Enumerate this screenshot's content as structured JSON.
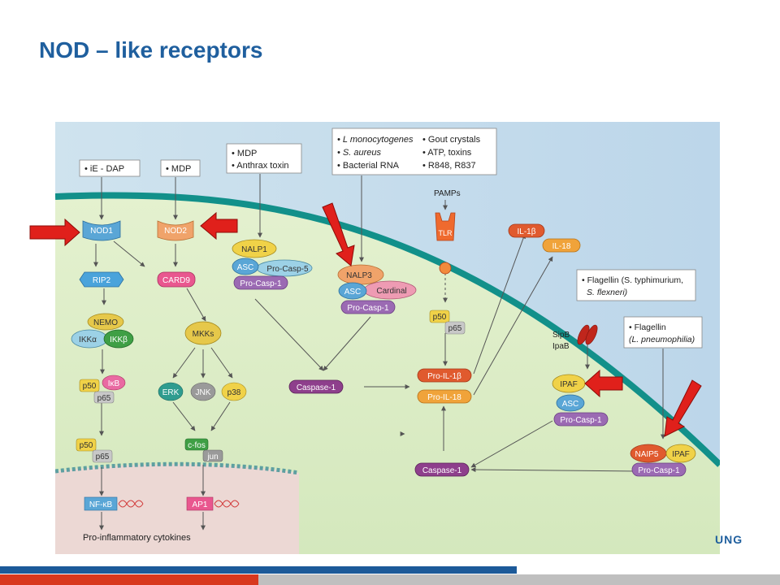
{
  "slide": {
    "title": "NOD – like receptors",
    "corner_text": "UNG"
  },
  "colors": {
    "title": "#1f5f9e",
    "membrane": "#12908a",
    "arrow_red": "#e0201b",
    "bar_blue": "#1c5a99",
    "bar_red": "#d8381e",
    "bar_gray": "#bfbfbf"
  },
  "stimuli": {
    "ie_dap": "• iE - DAP",
    "mdp": "• MDP",
    "mdp2": "• MDP",
    "anthrax": "• Anthrax toxin",
    "listeria": "• L monocytogenes",
    "saureus": "• S. aureus",
    "rna": "• Bacterial RNA",
    "gout": "• Gout crystals",
    "atp": "• ATP,  toxins",
    "r848": "• R848, R837",
    "flag1a": "• Flagellin (S. typhimurium,",
    "flag1b": "S. flexneri)",
    "flag2a": "• Flagellin",
    "flag2b": "(L. pneumophilia)"
  },
  "labels": {
    "pamps": "PAMPs",
    "tlr": "TLR",
    "sipb": "SipB",
    "ipab": "IpaB",
    "cytokines": "Pro-inflammatory cytokines"
  },
  "nodes": {
    "nod1": "NOD1",
    "nod2": "NOD2",
    "rip2": "RIP2",
    "card9": "CARD9",
    "nemo": "NEMO",
    "ikka": "IKKα",
    "ikkb": "IKKβ",
    "mkks": "MKKs",
    "p50a": "p50",
    "ikb": "IκB",
    "p65a": "p65",
    "erk": "ERK",
    "jnk": "JNK",
    "p38": "p38",
    "p50b": "p50",
    "p65b": "p65",
    "cfos": "c-fos",
    "jun": "jun",
    "nfkb": "NF-κB",
    "ap1": "AP1",
    "nalp1": "NALP1",
    "asc1": "ASC",
    "procasp5": "Pro-Casp-5",
    "procasp1a": "Pro-Casp-1",
    "nalp3": "NALP3",
    "asc2": "ASC",
    "cardinal": "Cardinal",
    "procasp1b": "Pro-Casp-1",
    "caspase1a": "Caspase-1",
    "p50c": "p50",
    "p65c": "p65",
    "proil1b": "Pro-IL-1β",
    "proil18": "Pro-IL-18",
    "il1b": "IL-1β",
    "il18": "IL-18",
    "ipaf": "IPAF",
    "asc3": "ASC",
    "procasp1c": "Pro-Casp-1",
    "caspase1b": "Caspase-1",
    "naip5": "NAIP5",
    "ipaf2": "IPAF",
    "procasp1d": "Pro-Casp-1"
  }
}
